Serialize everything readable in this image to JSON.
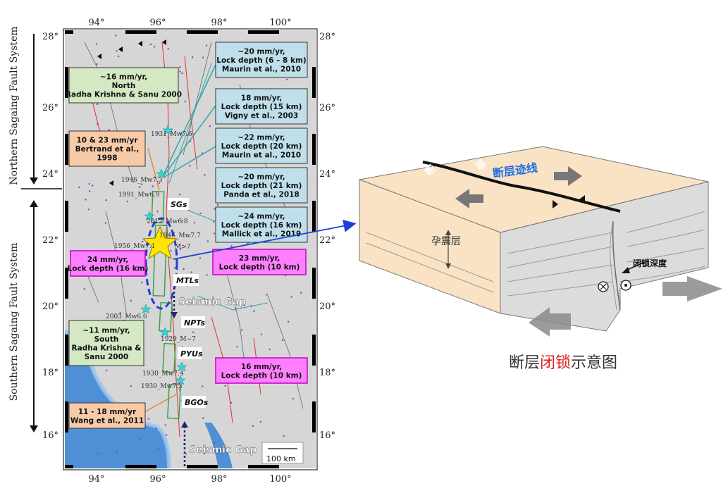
{
  "colors": {
    "ocean": "#5b9bd5",
    "land": "#d4d4d4",
    "box_green": "#d5e8c4",
    "box_orange": "#f8cba8",
    "box_blue": "#bfe0ea",
    "box_pink": "#ff80ff",
    "box_pink_fill": "#ffccff",
    "ellipse": "#1f3fd6",
    "star": "#ffe600",
    "cyan_star": "#3ad3d3",
    "block_top": "#f9e3c4",
    "block_side": "#dadada",
    "trace_label": "#1e6fe0",
    "lock_word": "#e02020"
  },
  "map": {
    "lon_ticks": [
      "94°",
      "96°",
      "98°",
      "100°"
    ],
    "lat_ticks": [
      "28°",
      "26°",
      "24°",
      "22°",
      "20°",
      "18°",
      "16°"
    ],
    "northern_system": "Northern Sagaing Fault System",
    "southern_system": "Southern Sagaing Fault System",
    "segments": [
      "SGs",
      "MTLs",
      "NPTs",
      "PYUs",
      "BGOs"
    ],
    "seismic_gap": "Seismic Gap",
    "scale_bar": "100 km",
    "quakes": [
      "1931_Mw7.6",
      "1946_Mw7.3",
      "1991_Mw6.9",
      "2012_Mw6.8",
      "1946_Mw7.7",
      "1956_Mw7.1",
      "M>7",
      "2003_Mw6.6",
      "1929_M~7",
      "1930_Mw7.4",
      "1930_Mw7.3"
    ],
    "left_boxes": [
      {
        "lines": [
          "~16 mm/yr,",
          "North",
          "Radha Krishna & Sanu 2000"
        ],
        "style": "green"
      },
      {
        "lines": [
          "10 & 23 mm/yr",
          "Bertrand et al.,",
          "1998"
        ],
        "style": "orange"
      },
      {
        "lines": [
          "24 mm/yr,",
          "Lock depth (16 km)"
        ],
        "style": "pink"
      },
      {
        "lines": [
          "~11 mm/yr,",
          "South",
          "Radha Krishna &",
          "Sanu 2000"
        ],
        "style": "green"
      },
      {
        "lines": [
          "11 - 18 mm/yr",
          "Wang et al., 2011"
        ],
        "style": "orange"
      }
    ],
    "right_boxes": [
      {
        "lines": [
          "~20 mm/yr,",
          "Lock depth (6 – 8 km)",
          "Maurin et al., 2010"
        ],
        "style": "blue"
      },
      {
        "lines": [
          "18 mm/yr,",
          "Lock depth (15 km)",
          "Vigny et al., 2003"
        ],
        "style": "blue"
      },
      {
        "lines": [
          "~22 mm/yr,",
          "Lock depth (20 km)",
          "Maurin et al., 2010"
        ],
        "style": "blue"
      },
      {
        "lines": [
          "~20 mm/yr,",
          "Lock depth (21 km)",
          "Panda et al., 2018"
        ],
        "style": "blue"
      },
      {
        "lines": [
          "~24 mm/yr,",
          "Lock depth (16 km)",
          "Mallick et al., 2019"
        ],
        "style": "blue"
      },
      {
        "lines": [
          "23 mm/yr,",
          "Lock depth (10 km)"
        ],
        "style": "pink"
      },
      {
        "lines": [
          "16 mm/yr,",
          "Lock depth (10 km)"
        ],
        "style": "pink"
      }
    ]
  },
  "block": {
    "fault_trace": "断层迹线",
    "seismogenic_layer": "孕震层",
    "locking_depth": "闭锁深度",
    "fault_label_a": "断",
    "fault_label_b": "层"
  },
  "caption": {
    "before": "断层",
    "highlight": "闭锁",
    "after": "示意图"
  }
}
